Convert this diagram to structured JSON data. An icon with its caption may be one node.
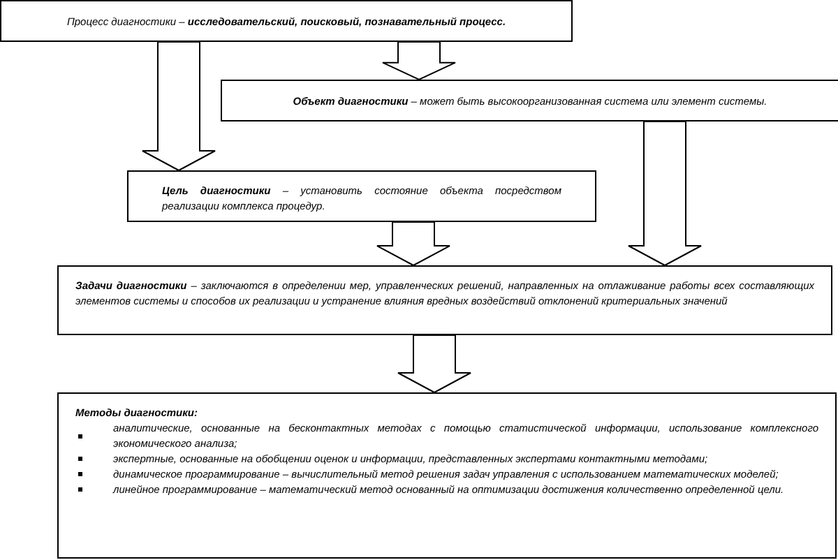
{
  "diagram": {
    "nodes": [
      {
        "text": [
          "Процесс диагностики – **исследовательский, поисковый, познавательный процесс.**"
        ]
      },
      {
        "text": [
          "**Объект диагностики** – может быть высокоорганизованная система или элемент системы."
        ]
      },
      {
        "text": [
          "**Цель диагностики** – установить состояние объекта посредством реализации комплекса процедур."
        ]
      },
      {
        "text": [
          "**Задачи диагностики** – заключаются в определении мер, управленческих решений, направленных на отлаживание работы всех составляющих элементов системы и способов их реализации и устранение влияния вредных воздействий отклонений критериальных значений"
        ]
      },
      {
        "text": [
          "Методы диагностики:",
          "аналитические, основанные на бесконтактных методах с помощью статистической информации, использование комплексного экономического анализа;",
          "экспертные, основанные на обобщении оценок и информации, представленных экспертами контактными методами;",
          "динамическое программирование – вычислительный метод решения задач управления с использованием математических моделей;",
          "линейное программирование – математический метод основанный на оптимизации достижения количественно определенной цели."
        ]
      }
    ],
    "edges": [
      {
        "from": 0,
        "to": 1,
        "arrow": "to"
      },
      {
        "from": 0,
        "to": 2,
        "arrow": "to"
      },
      {
        "from": 1,
        "to": 3,
        "arrow": "to"
      },
      {
        "from": 2,
        "to": 3,
        "arrow": "to"
      },
      {
        "from": 3,
        "to": 4,
        "arrow": "to"
      }
    ]
  }
}
